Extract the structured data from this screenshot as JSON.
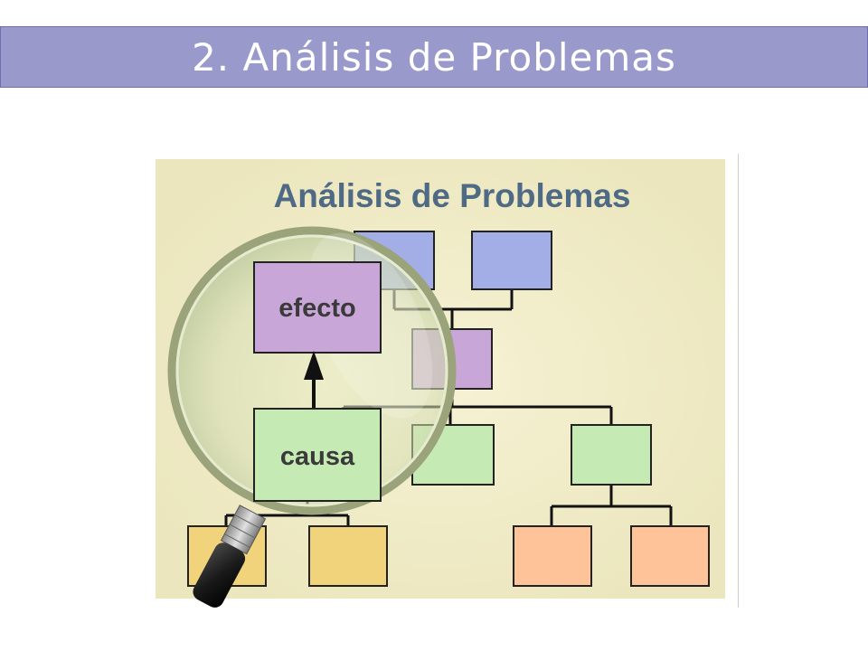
{
  "slide": {
    "title": "2. Análisis de Problemas"
  },
  "diagram": {
    "heading": "Análisis de Problemas",
    "effect_label": "efecto",
    "cause_label": "causa"
  },
  "colors": {
    "title_bar": "#9999cc",
    "panel": "#f2edc6",
    "blue_box": "#a3aee6",
    "purple_box": "#c9a6d8",
    "green_box": "#c6eab3",
    "yellow_box": "#f0d37a",
    "orange_box": "#ffc39a",
    "heading_text": "#4f6a85"
  }
}
